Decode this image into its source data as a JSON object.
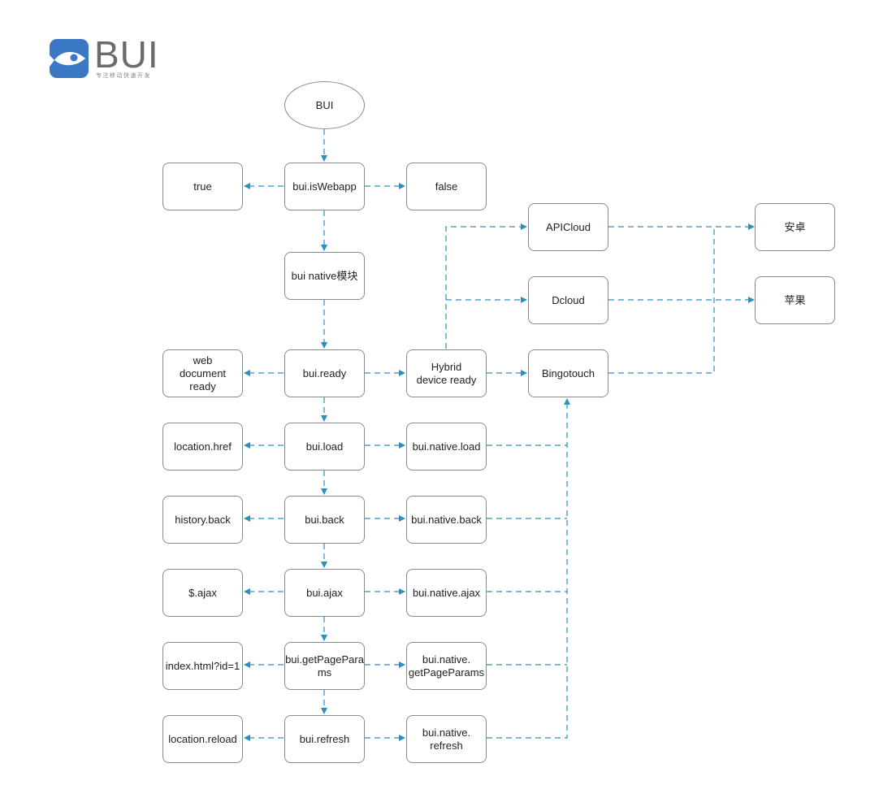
{
  "logo": {
    "wordmark": "BUI",
    "tagline": "专注移动快速开发",
    "icon": "fish-icon",
    "brand_color": "#3b78c4"
  },
  "colors": {
    "connector": "#2a8fc1",
    "node_border": "#8a8a8a"
  },
  "nodes": {
    "bui": "BUI",
    "is_webapp": "bui.isWebapp",
    "true": "true",
    "false": "false",
    "native_module": "bui native模块",
    "ready": "bui.ready",
    "web_ready": "web\ndocument ready",
    "hybrid_ready": "Hybrid\ndevice ready",
    "apicloud": "APICloud",
    "dcloud": "Dcloud",
    "bingotouch": "Bingotouch",
    "android": "安卓",
    "apple": "苹果",
    "load": "bui.load",
    "location_href": "location.href",
    "native_load": "bui.native.load",
    "back": "bui.back",
    "history_back": "history.back",
    "native_back": "bui.native.back",
    "ajax": "bui.ajax",
    "jquery_ajax": "$.ajax",
    "native_ajax": "bui.native.ajax",
    "get_page_params": "bui.getPagePara\nms",
    "index_html": "index.html?id=1",
    "native_get_page_params": "bui.native.\ngetPageParams",
    "refresh": "bui.refresh",
    "location_reload": "location.reload",
    "native_refresh": "bui.native.\nrefresh"
  }
}
